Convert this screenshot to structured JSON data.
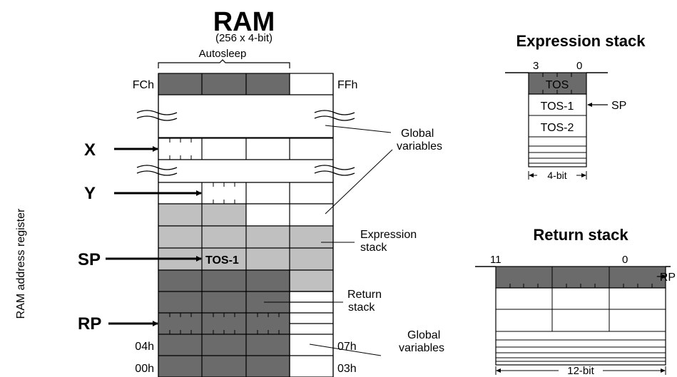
{
  "ram": {
    "title": "RAM",
    "subtitle": "(256 x 4-bit)",
    "autosleep_label": "Autosleep",
    "address_labels": {
      "top_left": "FCh",
      "top_right": "FFh",
      "row4_left": "04h",
      "row4_right": "07h",
      "row0_left": "00h",
      "row0_right": "03h"
    },
    "side_label": "RAM address register",
    "tos1_label": "TOS-1"
  },
  "pointers": {
    "x": "X",
    "y": "Y",
    "sp": "SP",
    "rp": "RP"
  },
  "callouts": {
    "global_vars_top": [
      "Global",
      "variables"
    ],
    "expression_stack": [
      "Expression",
      "stack"
    ],
    "return_stack": [
      "Return",
      "stack"
    ],
    "global_vars_bottom": [
      "Global",
      "variables"
    ]
  },
  "expression_stack": {
    "title": "Expression stack",
    "bit_high": "3",
    "bit_low": "0",
    "cells": [
      "TOS",
      "TOS-1",
      "TOS-2"
    ],
    "sp_label": "SP",
    "width_label": "4-bit"
  },
  "return_stack": {
    "title": "Return stack",
    "bit_high": "11",
    "bit_low": "0",
    "rp_label": "RP",
    "width_label": "12-bit"
  },
  "colors": {
    "dark": "#6b6b6b",
    "light": "#c0c0c0",
    "stroke": "#000000"
  }
}
